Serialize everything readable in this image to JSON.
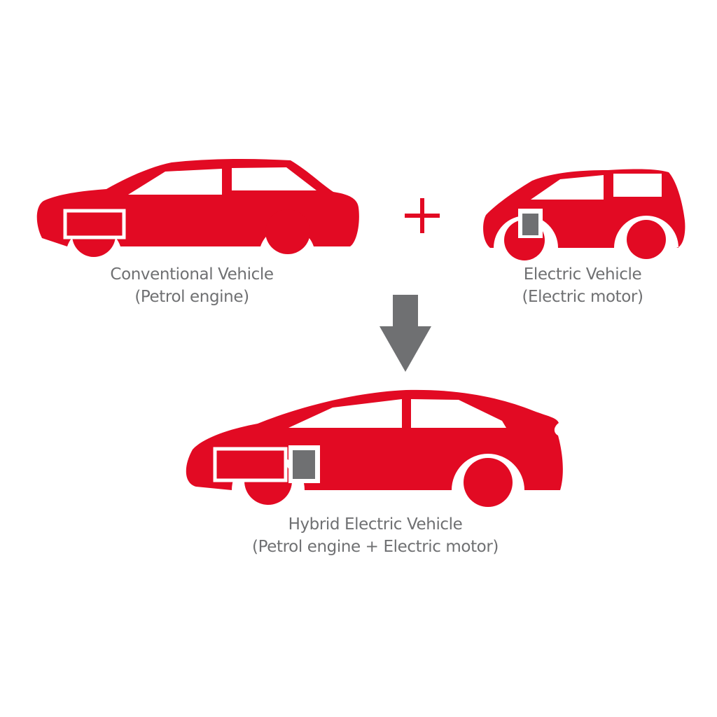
{
  "colors": {
    "car_body": "#e20a23",
    "engine_block": "#e20a23",
    "engine_outline": "#ffffff",
    "motor_block": "#6f7072",
    "operator": "#e20a23",
    "arrow": "#6f7072",
    "caption_text": "#6f7072",
    "background": "#ffffff"
  },
  "operator": {
    "symbol": "+",
    "icon": "plus-icon"
  },
  "flow_arrow": {
    "icon": "arrow-down-icon"
  },
  "vehicles": {
    "conventional": {
      "icon": "sedan-car-icon",
      "components": [
        "petrol-engine"
      ],
      "caption_line1": "Conventional Vehicle",
      "caption_line2": "(Petrol engine)"
    },
    "electric": {
      "icon": "compact-car-icon",
      "components": [
        "electric-motor"
      ],
      "caption_line1": "Electric Vehicle",
      "caption_line2": "(Electric motor)"
    },
    "hybrid": {
      "icon": "hatchback-car-icon",
      "components": [
        "petrol-engine",
        "electric-motor"
      ],
      "caption_line1": "Hybrid Electric Vehicle",
      "caption_line2": "(Petrol engine + Electric motor)"
    }
  }
}
